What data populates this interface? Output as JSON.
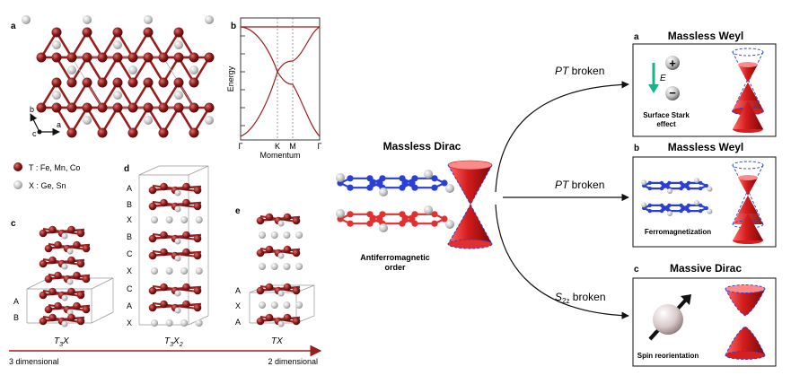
{
  "left": {
    "panel_a": {
      "letter": "a",
      "axes": {
        "a": "a",
        "b": "b",
        "c": "c"
      }
    },
    "panel_b": {
      "letter": "b",
      "ylabel": "Energy",
      "xlabel": "Momentum",
      "ticks": [
        "Γ",
        "K",
        "M",
        "Γ"
      ]
    },
    "legend": {
      "t_label": "T : Fe, Mn, Co",
      "x_label": "X : Ge, Sn"
    },
    "panel_c": {
      "letter": "c",
      "layers": [
        "A",
        "B"
      ],
      "formula_main": "T",
      "formula_sub": "3",
      "formula_end": "X"
    },
    "panel_d": {
      "letter": "d",
      "layers": [
        "A",
        "B",
        "X",
        "B",
        "C",
        "X",
        "C",
        "A",
        "X"
      ],
      "formula_main": "T",
      "formula_sub": "3",
      "formula_end": "X",
      "formula_sub2": "2"
    },
    "panel_e": {
      "letter": "e",
      "layers": [
        "A",
        "X",
        "A"
      ],
      "formula": "TX"
    },
    "dimension_arrow": {
      "left_label": "3 dimensional",
      "right_label": "2 dimensional"
    }
  },
  "right": {
    "center": {
      "title": "Massless Dirac",
      "caption_line1": "Antiferromagnetic",
      "caption_line2": "order"
    },
    "branches": [
      {
        "label_italic": "PT",
        "label_rest": " broken"
      },
      {
        "label_italic": "PT",
        "label_rest": " broken"
      },
      {
        "label_italic": "S",
        "label_sub": "2z",
        "label_rest": " broken"
      }
    ],
    "boxes": [
      {
        "letter": "a",
        "title": "Massless Weyl",
        "caption_line1": "Surface Stark",
        "caption_line2": "effect",
        "field_label": "E"
      },
      {
        "letter": "b",
        "title": "Massless Weyl",
        "caption": "Ferromagnetization"
      },
      {
        "letter": "c",
        "title": "Massive Dirac",
        "caption": "Spin reorientation"
      }
    ]
  },
  "colors": {
    "atom_t": "#8b1a1a",
    "atom_x": "#c8c8c8",
    "bond": "#9b1c1c",
    "cone": "#d42020",
    "dashed": "#2a3fd6",
    "blue_lattice": "#2a3fd6",
    "red_lattice": "#e03030",
    "teal_arrow": "#19b38a"
  }
}
